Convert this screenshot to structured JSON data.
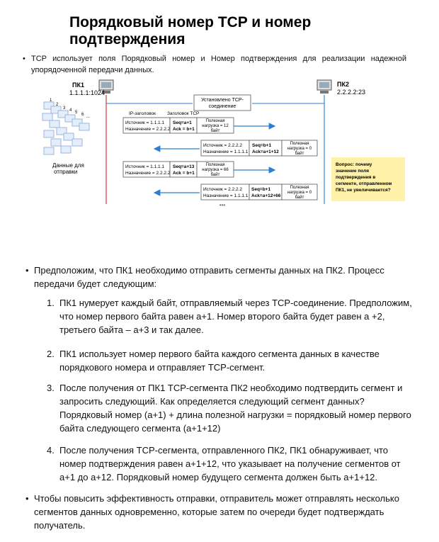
{
  "title": "Порядковый номер TCP и номер подтверждения",
  "intro": "TCP использует поля Порядковый номер и Номер подтверждения для реализации надежной упорядоченной передачи данных.",
  "diagram": {
    "pc1_name": "ПК1",
    "pc1_addr": "1.1.1.1:1024",
    "pc2_name": "ПК2",
    "pc2_addr": "2.2.2.2:23",
    "data_label_1": "Данные для",
    "data_label_2": "отправки",
    "stack_numbers": [
      "1",
      "2",
      "3",
      "4",
      "5",
      "6",
      "..."
    ],
    "established_1": "Установлено TCP-",
    "established_2": "соединение",
    "ip_header": "IP-заголовок",
    "tcp_header": "Заголовок TCP",
    "seg1": {
      "src": "Источник = 1.1.1.1",
      "dst": "Назначение = 2.2.2.2",
      "seq": "Seq=a+1",
      "ack": "Ack = b+1",
      "payload": [
        "Полезная",
        "нагрузка = 12",
        "байт"
      ]
    },
    "seg2": {
      "src": "Источник = 2.2.2.2",
      "dst": "Назначение = 1.1.1.1",
      "seq": "Seq=b+1",
      "ack": "Ack=a+1+12",
      "payload": [
        "Полезная",
        "нагрузка = 0",
        "байт"
      ]
    },
    "seg3": {
      "src": "Источник = 1.1.1.1",
      "dst": "Назначение = 2.2.2.2",
      "seq": "Seq=a+13",
      "ack": "Ack = b+1",
      "payload": [
        "Полезная",
        "нагрузка = 66",
        "байт"
      ]
    },
    "seg4": {
      "src": "Источник = 2.2.2.2",
      "dst": "Назначение = 1.1.1.1",
      "seq": "Seq=b+1",
      "ack": "Ack=a+12+66",
      "payload": [
        "Полезная",
        "нагрузка = 0",
        "байт"
      ]
    },
    "ellipsis": "•••",
    "question": [
      "Вопрос: почему",
      "значение поля",
      "подтверждения в",
      "сегменте, отправленном",
      "ПК1, не увеличивается?"
    ]
  },
  "bullet1": "Предположим, что ПК1 необходимо отправить сегменты данных на ПК2. Процесс передачи будет следующим:",
  "steps": [
    {
      "n": "1.",
      "text": "ПК1 нумерует каждый байт, отправляемый через TCP-соединение. Предположим, что номер первого байта равен a+1. Номер второго байта будет равен a +2, третьего байта – a+3 и так далее."
    },
    {
      "n": "2.",
      "text": "ПК1 использует номер первого байта каждого сегмента данных в качестве порядкового номера и отправляет TCP-сегмент."
    },
    {
      "n": "3.",
      "text": "После получения от ПК1 TCP-сегмента ПК2 необходимо подтвердить сегмент и запросить следующий. Как определяется следующий сегмент данных? Порядковый номер (a+1) + длина полезной нагрузки = порядковый номер первого байта следующего сегмента (a+1+12)"
    },
    {
      "n": "4.",
      "text": "После получения TCP-сегмента, отправленного ПК2, ПК1 обнаруживает, что номер подтверждения равен a+1+12, что указывает на получение сегментов от a+1 до a+12. Порядковый номер будущего сегмента должен быть a+1+12."
    }
  ],
  "bullet2": "Чтобы повысить эффективность отправки, отправитель может отправлять несколько сегментов данных одновременно, которые затем по очереди будет подтверждать получатель.",
  "bullet_char": "•",
  "colors": {
    "line_red": "#d23a3a",
    "line_blue": "#2a8fd6",
    "arrow": "#2a7fd0",
    "note_bg": "#fff2a8",
    "box_border": "#555555"
  }
}
